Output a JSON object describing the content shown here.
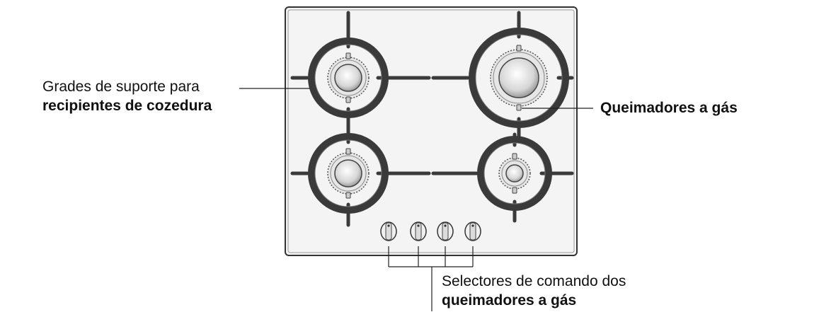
{
  "labels": {
    "grates_line1": "Grades de suporte para",
    "grates_line2": "recipientes de cozedura",
    "burners": "Queimadores a gás",
    "knobs_line1": "Selectores de comando dos",
    "knobs_line2": "queimadores a gás"
  },
  "hob": {
    "burners": [
      {
        "name": "rear-left",
        "size": "medium"
      },
      {
        "name": "rear-right",
        "size": "large"
      },
      {
        "name": "front-left",
        "size": "medium"
      },
      {
        "name": "front-right",
        "size": "small"
      }
    ],
    "knob_count": 4
  },
  "colors": {
    "glass": "#f4f4f4",
    "frame": "#333333",
    "grate": "#3a3a3a",
    "burner": "#cfcfcf",
    "text": "#111111"
  }
}
